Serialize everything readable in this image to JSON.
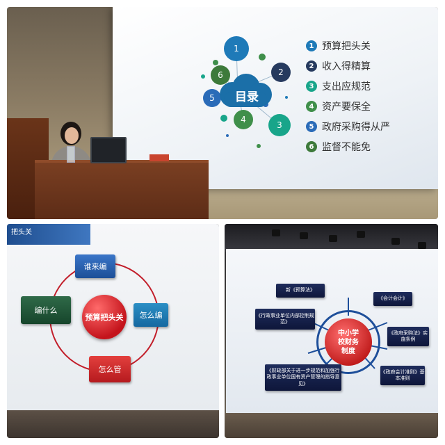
{
  "photo1": {
    "slide": {
      "center_label": "目录",
      "items": [
        {
          "num": "1",
          "text": "预算把头关",
          "color": "#1e7ab8"
        },
        {
          "num": "2",
          "text": "收入得精算",
          "color": "#263a5e"
        },
        {
          "num": "3",
          "text": "支出应规范",
          "color": "#18a58a"
        },
        {
          "num": "4",
          "text": "资产要保全",
          "color": "#3f8f4a"
        },
        {
          "num": "5",
          "text": "政府采购得从严",
          "color": "#2a6bb8"
        },
        {
          "num": "6",
          "text": "监督不能免",
          "color": "#3d7a3a"
        }
      ]
    }
  },
  "photo2": {
    "slide": {
      "header": "把头关",
      "center": "预算把头关",
      "top": "谁来编",
      "left": "编什么",
      "right": "怎么编",
      "bottom": "怎么管"
    }
  },
  "photo3": {
    "slide": {
      "center_line1": "中小学",
      "center_line2": "校财务",
      "center_line3": "制度",
      "top": "新《预算法》",
      "top_right": "《会计会计》",
      "left": "《行政事业单位内部控制规范》",
      "right": "《政府采购法》实施条例",
      "bottom_left": "《财政部关于进一步规范和加强行政事业单位国有资产管理的指导意见》",
      "bottom_right": "《政府会计准则》基本准则"
    }
  }
}
